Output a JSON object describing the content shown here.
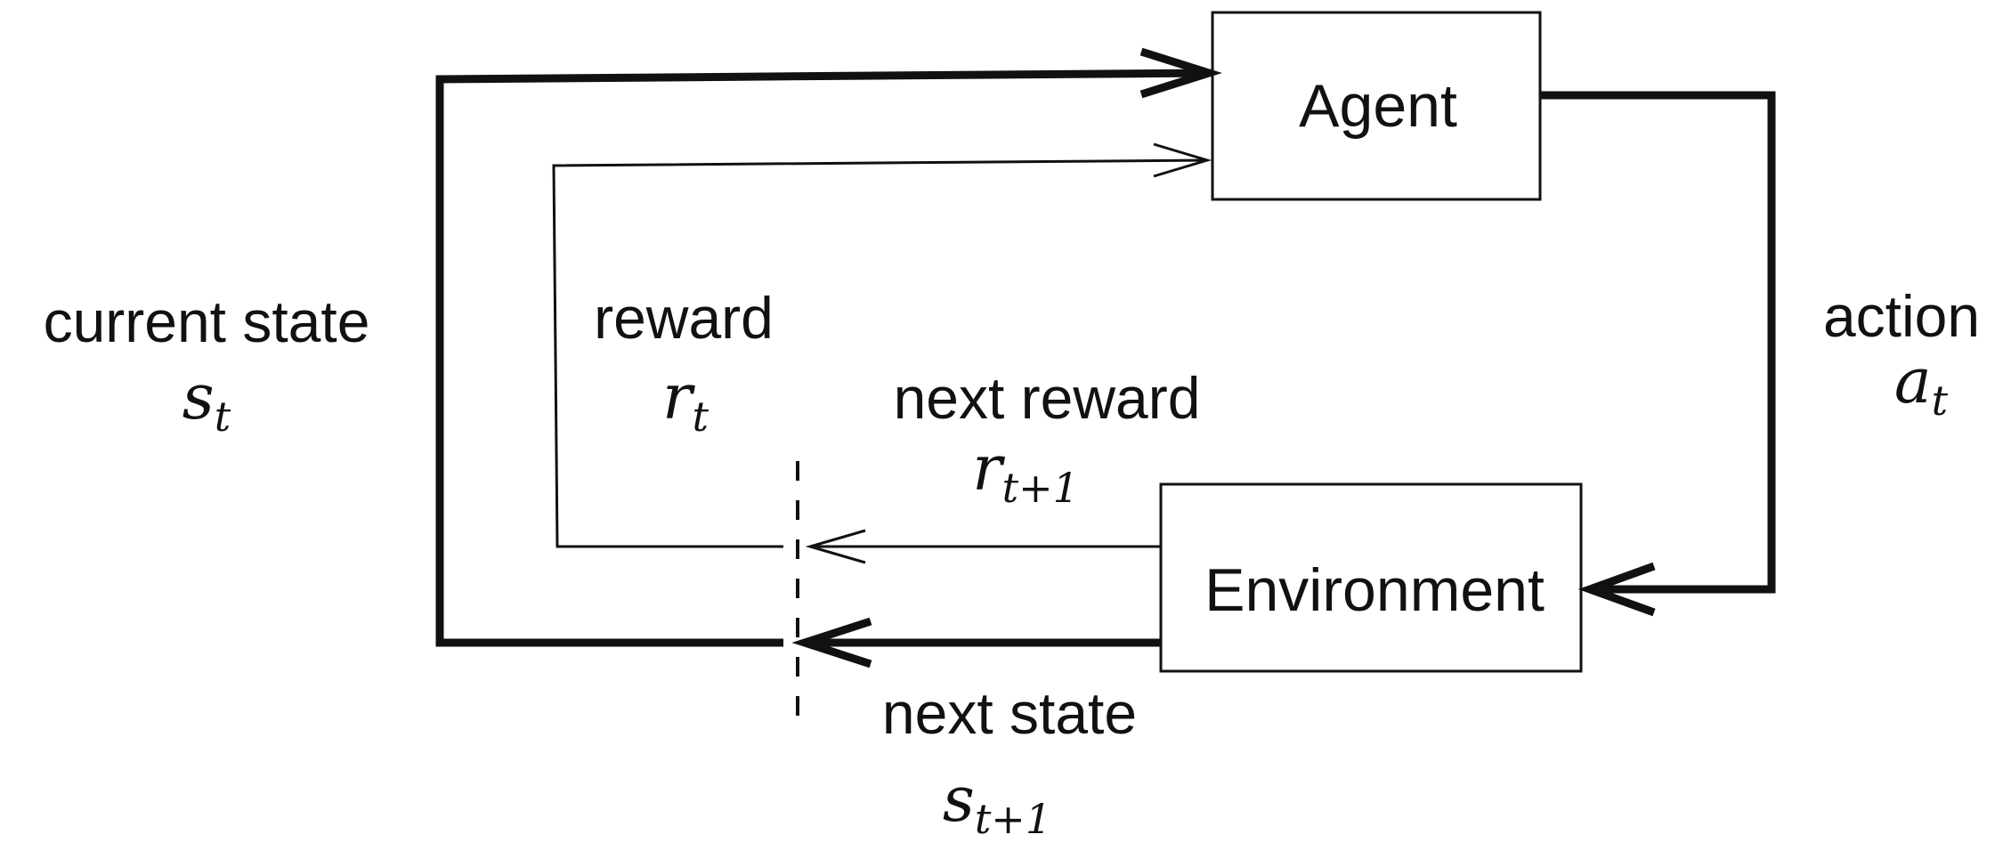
{
  "nodes": {
    "agent": {
      "label": "Agent"
    },
    "environment": {
      "label": "Environment"
    }
  },
  "edges": {
    "current_state": {
      "label": "current state",
      "symbol": "s",
      "subscript": "t"
    },
    "reward": {
      "label": "reward",
      "symbol": "r",
      "subscript": "t"
    },
    "action": {
      "label": "action",
      "symbol": "a",
      "subscript": "t"
    },
    "next_reward": {
      "label": "next reward",
      "symbol": "r",
      "subscript": "t+1"
    },
    "next_state": {
      "label": "next state",
      "symbol": "s",
      "subscript": "t+1"
    }
  },
  "colors": {
    "stroke": "#111111",
    "background": "#ffffff"
  }
}
